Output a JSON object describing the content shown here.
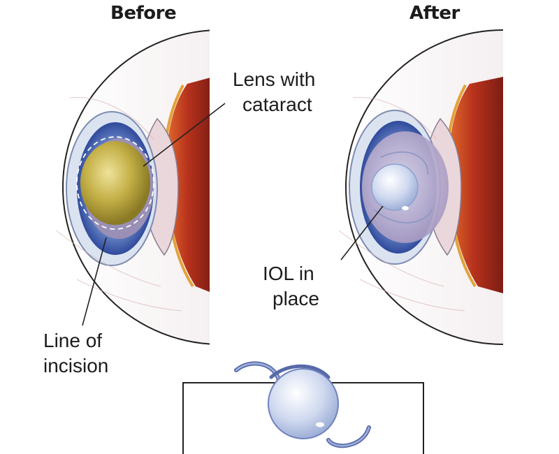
{
  "panels": {
    "before": {
      "heading": "Before",
      "lens_callout": [
        "Lens with",
        "cataract"
      ],
      "incision_callout": [
        "Line of",
        "incision"
      ]
    },
    "after": {
      "heading": "After",
      "iol_callout": [
        "IOL in",
        "place"
      ]
    }
  },
  "colors": {
    "iris_blue": "#3d5fae",
    "cataract_lens": "#b7a53b",
    "iol_lens": "#c9d5ee",
    "retina_red": "#b8321c",
    "eye_white": "#f3ecec",
    "outline": "#222222"
  },
  "icons": [
    "eye-before-illustration",
    "eye-after-illustration",
    "intraocular-lens-illustration"
  ]
}
